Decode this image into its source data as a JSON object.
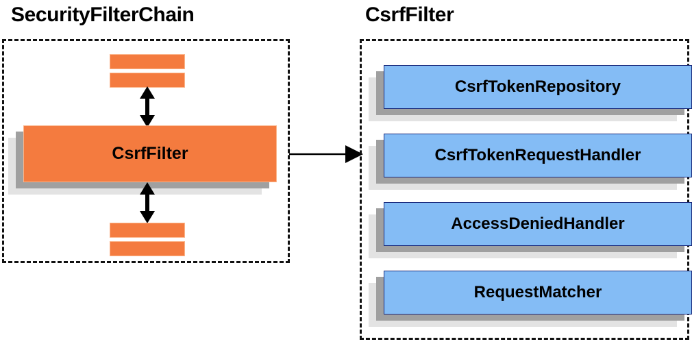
{
  "diagram": {
    "title_left": "SecurityFilterChain",
    "title_right": "CsrfFilter",
    "colors": {
      "orange_fill": "#f47b3f",
      "orange_border": "#fbb58b",
      "blue_fill": "#84bcf5",
      "blue_border": "#17277a",
      "shadow_near": "#a0a0a0",
      "shadow_far": "#e3e3e3",
      "outline": "#111111",
      "text": "#000000"
    },
    "left_panel": {
      "name": "SecurityFilterChain",
      "main_box_label": "CsrfFilter",
      "filters_above": [
        "filter-slot-1",
        "filter-slot-2"
      ],
      "filters_below": [
        "filter-slot-3",
        "filter-slot-4"
      ],
      "arrow_above": "double-headed-vertical-arrow",
      "arrow_below": "double-headed-vertical-arrow"
    },
    "right_panel": {
      "name": "CsrfFilter",
      "components": [
        {
          "label": "CsrfTokenRepository"
        },
        {
          "label": "CsrfTokenRequestHandler"
        },
        {
          "label": "AccessDeniedHandler"
        },
        {
          "label": "RequestMatcher"
        }
      ]
    },
    "connector": {
      "name": "expands-into-arrow",
      "direction": "left-to-right"
    }
  }
}
